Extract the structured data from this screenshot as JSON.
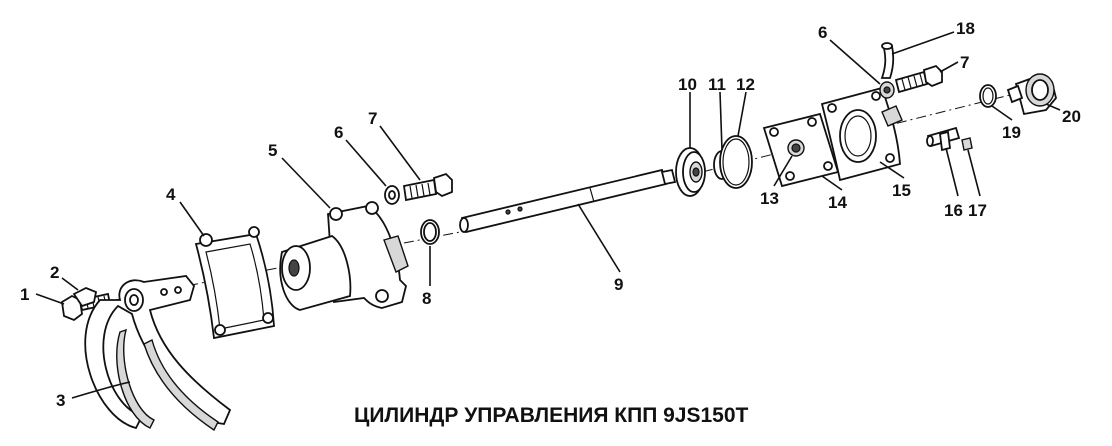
{
  "title": "ЦИЛИНДР УПРАВЛЕНИЯ КПП 9JS150T",
  "labels": {
    "p1": "1",
    "p2": "2",
    "p3": "3",
    "p4": "4",
    "p5": "5",
    "p6a": "6",
    "p7a": "7",
    "p8": "8",
    "p9": "9",
    "p10": "10",
    "p11": "11",
    "p12": "12",
    "p13": "13",
    "p14": "14",
    "p15": "15",
    "p6b": "6",
    "p18": "18",
    "p7b": "7",
    "p19": "19",
    "p20": "20",
    "p16": "16",
    "p17": "17"
  }
}
